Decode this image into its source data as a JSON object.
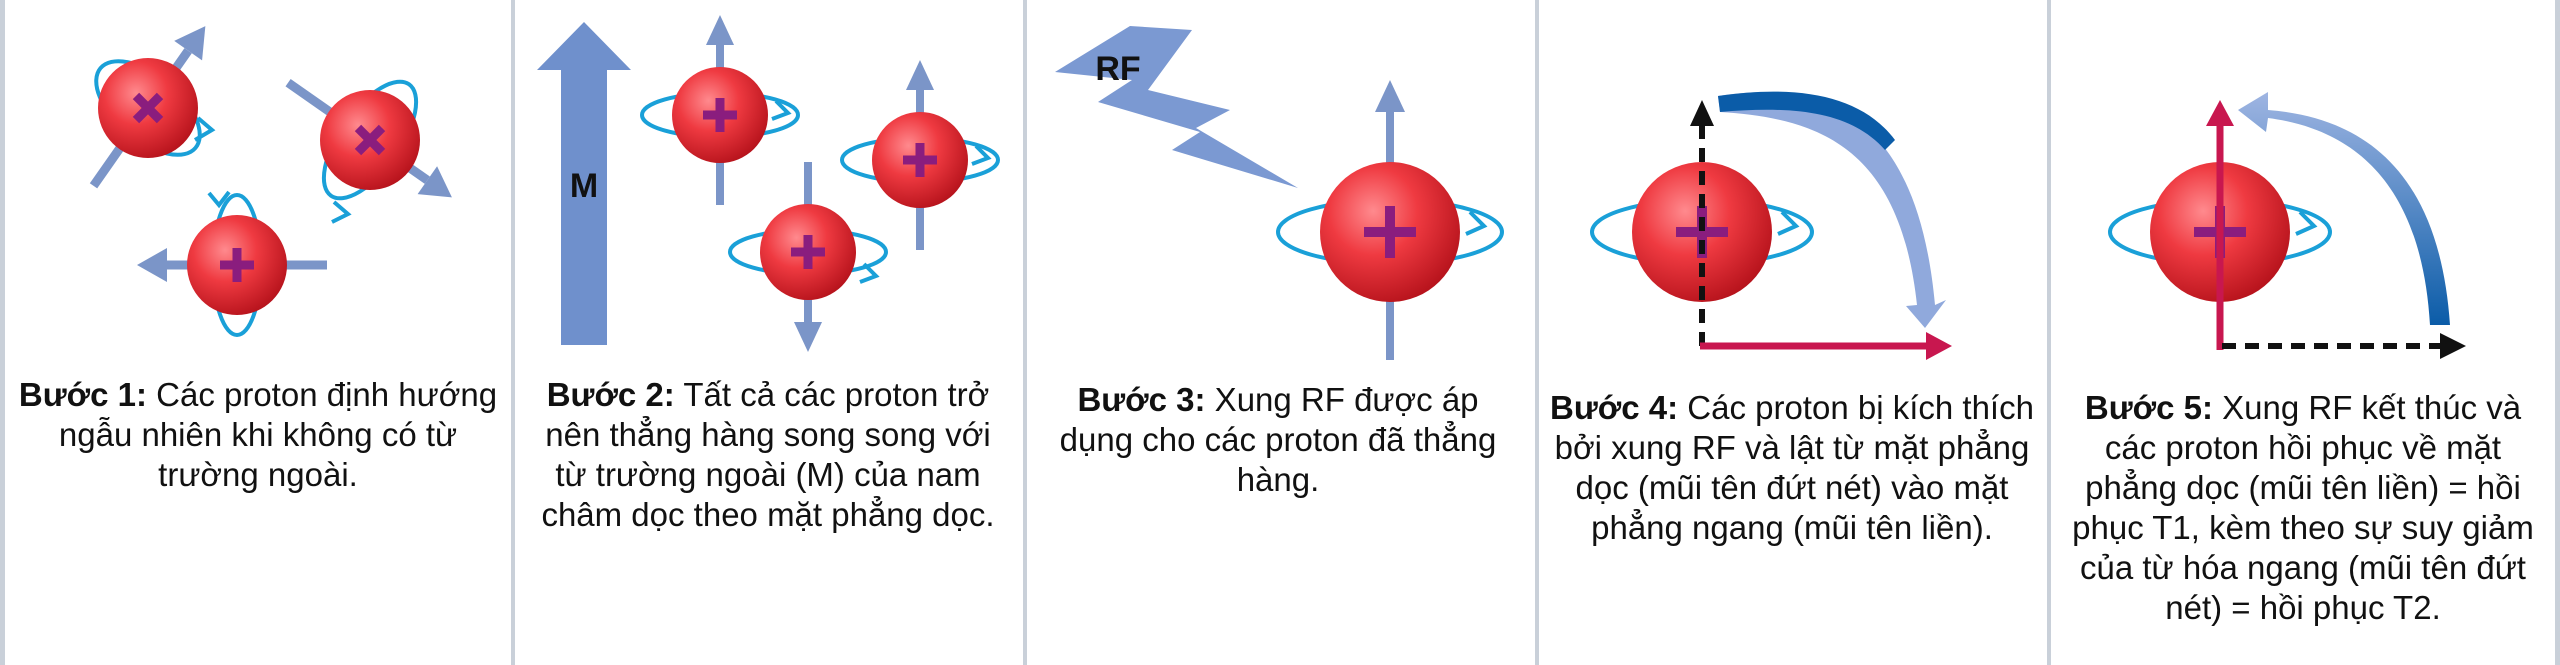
{
  "diagram": {
    "colors": {
      "background": "#ffffff",
      "divider": "#c9d0d9",
      "proton_red": "#e3262e",
      "plus_purple": "#8a1d7e",
      "spin_ring": "#1aa0d8",
      "axis_arrow": "#7b95c8",
      "field_arrow": "#6f90cc",
      "rf_bolt": "#7b99d2",
      "transverse_arrow": "#c8174f",
      "dashed_arrow": "#111111",
      "curve_dark": "#0b5ca8",
      "curve_light": "#90a9dc"
    },
    "labels": {
      "magnet_m": "M",
      "rf": "RF"
    },
    "steps": [
      {
        "heading": "Bước 1:",
        "text": " Các proton định hướng ngẫu nhiên khi không có từ trường ngoài."
      },
      {
        "heading": "Bước 2:",
        "text": " Tất cả các proton trở nên thẳng hàng song song với từ trường ngoài (M) của nam châm dọc theo mặt phẳng dọc."
      },
      {
        "heading": "Bước 3:",
        "text": " Xung RF được áp dụng cho các proton đã thẳng hàng."
      },
      {
        "heading": "Bước 4:",
        "text": " Các proton bị kích thích bởi xung RF và lật từ mặt phẳng dọc (mũi tên đứt nét) vào mặt phẳng ngang (mũi tên liền)."
      },
      {
        "heading": "Bước 5:",
        "text": " Xung RF kết thúc và các proton hồi phục về mặt phẳng dọc (mũi tên liền) = hồi phục T1, kèm theo sự suy giảm của từ hóa ngang (mũi tên đứt nét) = hồi phục T2."
      }
    ]
  }
}
